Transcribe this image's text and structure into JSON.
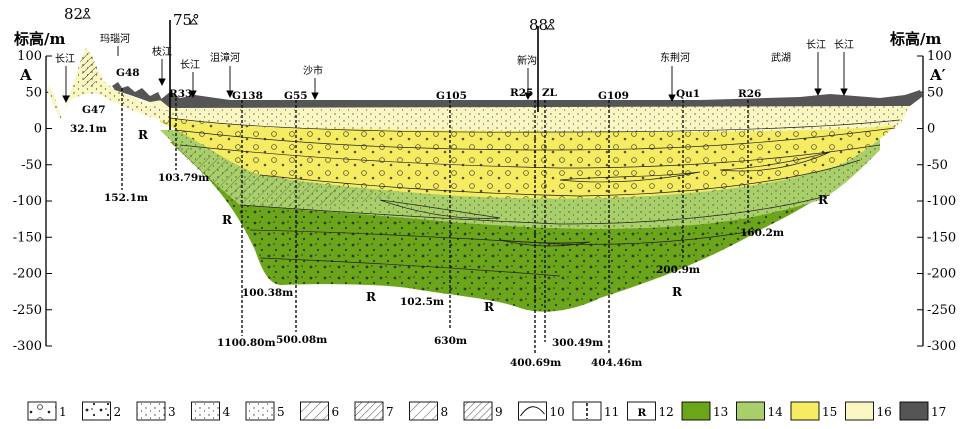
{
  "axes": {
    "left_title": "标高/m",
    "right_title": "标高/m",
    "ticks": [
      "100",
      "50",
      "0",
      "-50",
      "-100",
      "-150",
      "-200",
      "-250",
      "-300"
    ],
    "left_end": "A",
    "right_end": "A′"
  },
  "angles": [
    "82°",
    "75°",
    "88°"
  ],
  "places": [
    "长江",
    "玛瑙河",
    "枝江",
    "长江",
    "沮漳河",
    "沙市",
    "新沟",
    "东荆河",
    "武湖",
    "长江",
    "长江"
  ],
  "wells": [
    "G47",
    "G48",
    "R33",
    "G138",
    "G55",
    "G105",
    "R25",
    "ZL",
    "G109",
    "Qu1",
    "R26"
  ],
  "depths": [
    "32.1m",
    "152.1m",
    "103.79m",
    "100.38m",
    "1100.80m",
    "500.08m",
    "102.5m",
    "630m",
    "400.69m",
    "300.49m",
    "404.46m",
    "200.9m",
    "160.2m"
  ],
  "bedrock": "R",
  "legend": [
    "1",
    "2",
    "3",
    "4",
    "5",
    "6",
    "7",
    "8",
    "9",
    "10",
    "11",
    "12",
    "13",
    "14",
    "15",
    "16",
    "17"
  ],
  "colors": {
    "dark_green": "#6aa51a",
    "light_green": "#a9cf6a",
    "yellow": "#f6ec62",
    "pale_yellow": "#fbf7c2",
    "dark_grey": "#555555"
  }
}
